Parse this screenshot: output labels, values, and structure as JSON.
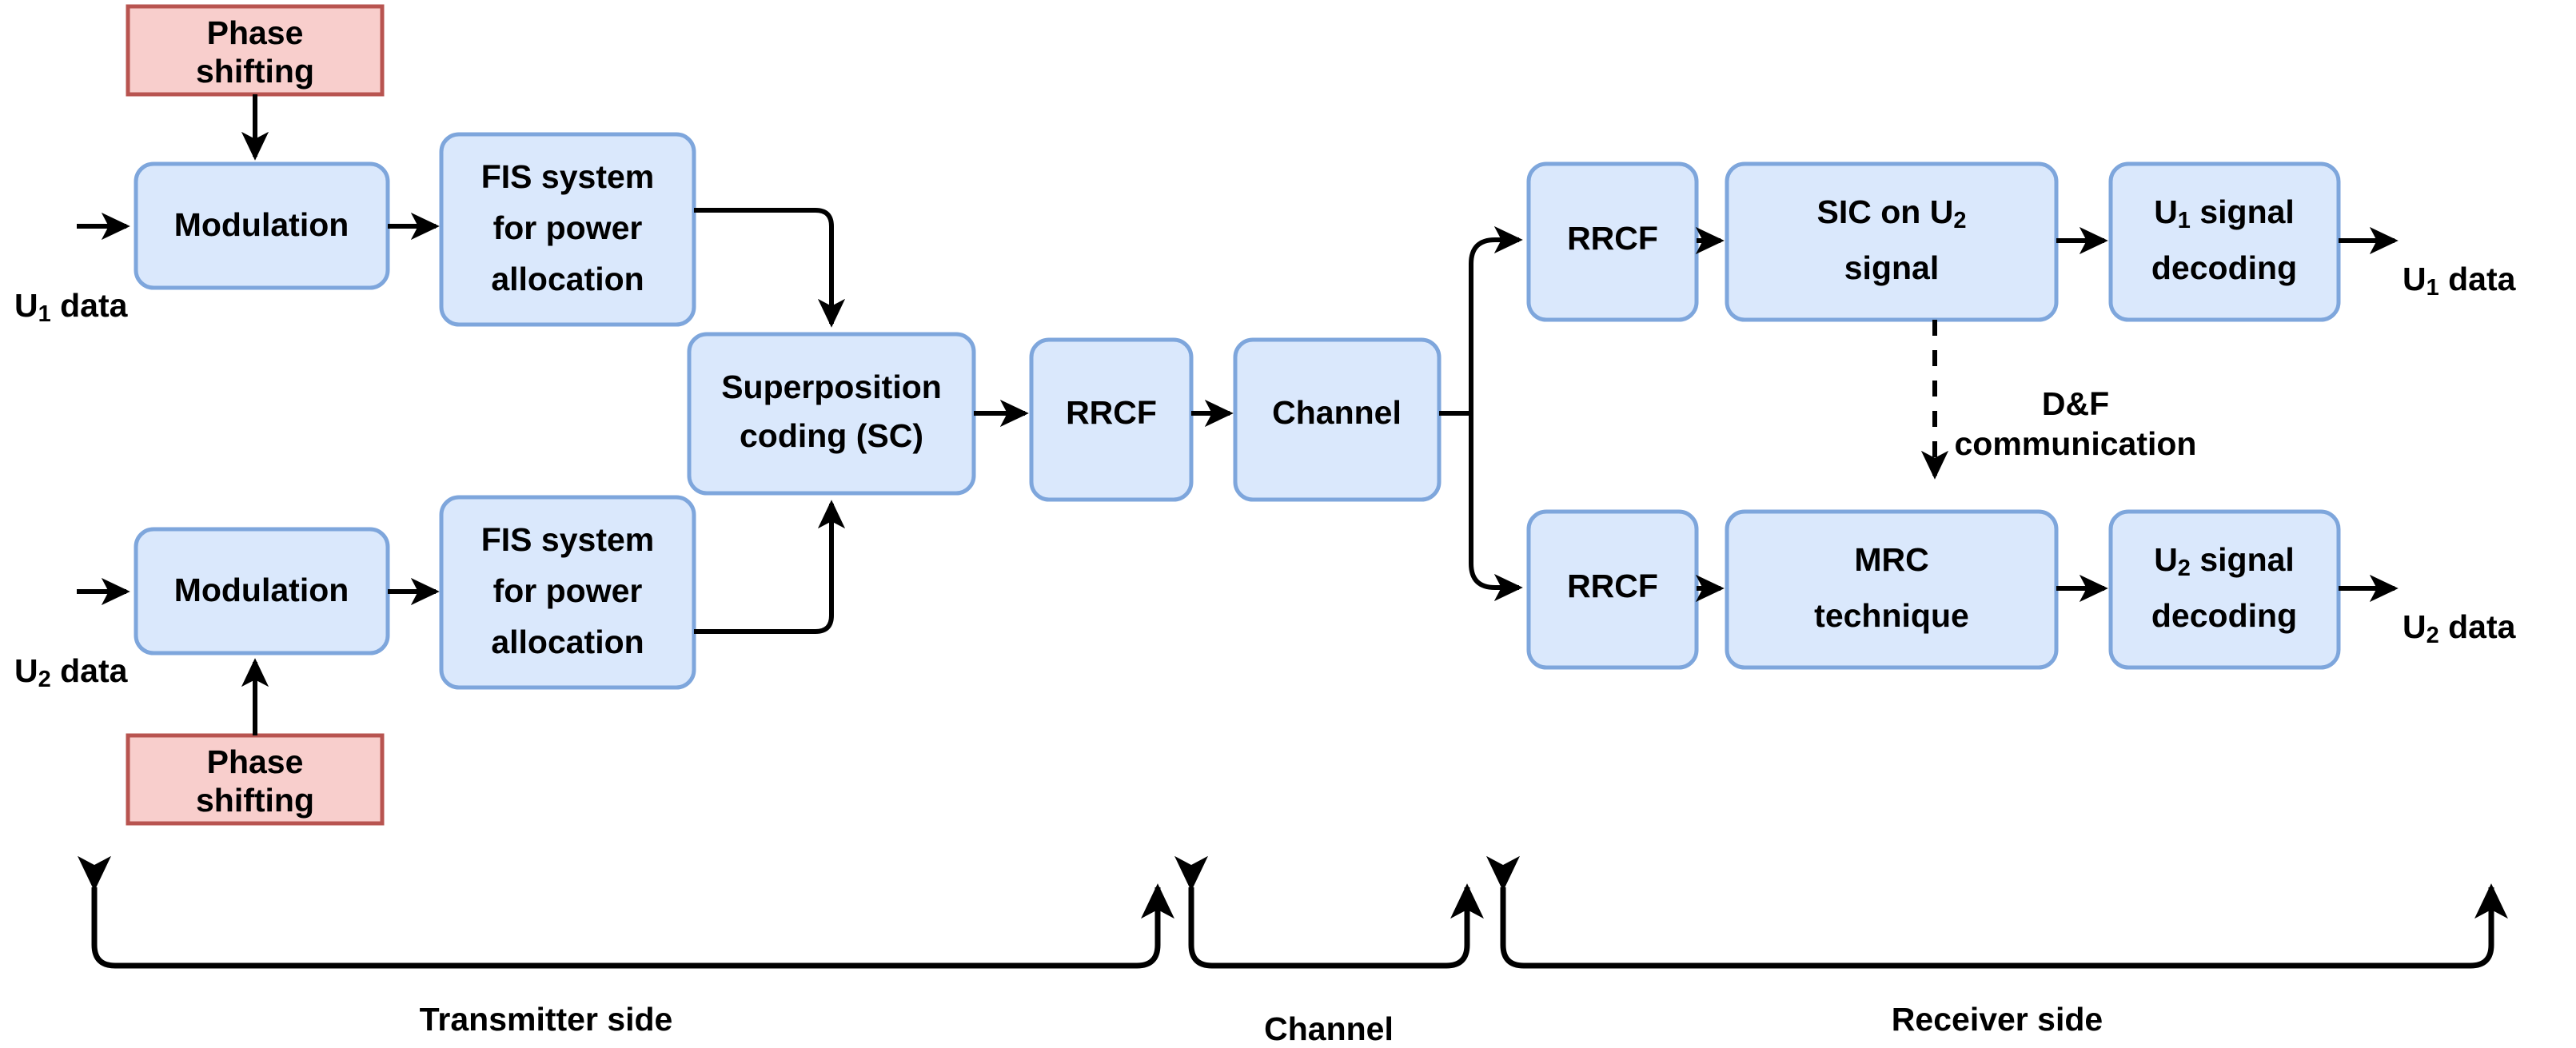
{
  "diagram": {
    "title": "NOMA transmitter-channel-receiver block diagram",
    "colors": {
      "block_fill": "#dae8fc",
      "block_stroke": "#7ea6dc",
      "highlight_fill": "#f8cecc",
      "highlight_stroke": "#b85450",
      "line": "#000000",
      "background": "#ffffff"
    },
    "transmitter": {
      "phase_shift_top": {
        "line1": "Phase",
        "line2": "shifting"
      },
      "phase_shift_bottom": {
        "line1": "Phase",
        "line2": "shifting"
      },
      "modulation_top": "Modulation",
      "modulation_bottom": "Modulation",
      "fis_top": {
        "line1": "FIS system",
        "line2": "for power",
        "line3": "allocation"
      },
      "fis_bottom": {
        "line1": "FIS system",
        "line2": "for power",
        "line3": "allocation"
      },
      "superposition": {
        "line1": "Superposition",
        "line2": "coding (SC)"
      },
      "rrcf": "RRCF",
      "input_u1": {
        "base": "U",
        "sub": "1",
        "tail": " data"
      },
      "input_u2": {
        "base": "U",
        "sub": "2",
        "tail": " data"
      }
    },
    "channel": {
      "block": "Channel"
    },
    "receiver": {
      "rrcf_top": "RRCF",
      "rrcf_bottom": "RRCF",
      "sic": {
        "line1_pre": "SIC on U",
        "line1_sub": "2",
        "line2": "signal"
      },
      "mrc": {
        "line1": "MRC",
        "line2": "technique"
      },
      "decode_u1": {
        "line1_pre": "U",
        "line1_sub": "1",
        "line1_post": " signal",
        "line2": "decoding"
      },
      "decode_u2": {
        "line1_pre": "U",
        "line1_sub": "2",
        "line1_post": " signal",
        "line2": "decoding"
      },
      "output_u1": {
        "base": "U",
        "sub": "1",
        "tail": " data"
      },
      "output_u2": {
        "base": "U",
        "sub": "2",
        "tail": " data"
      },
      "annotation": {
        "line1": "D&F",
        "line2": "communication"
      }
    },
    "brackets": {
      "transmitter_side": "Transmitter side",
      "channel_side": "Channel",
      "receiver_side": "Receiver side"
    }
  }
}
